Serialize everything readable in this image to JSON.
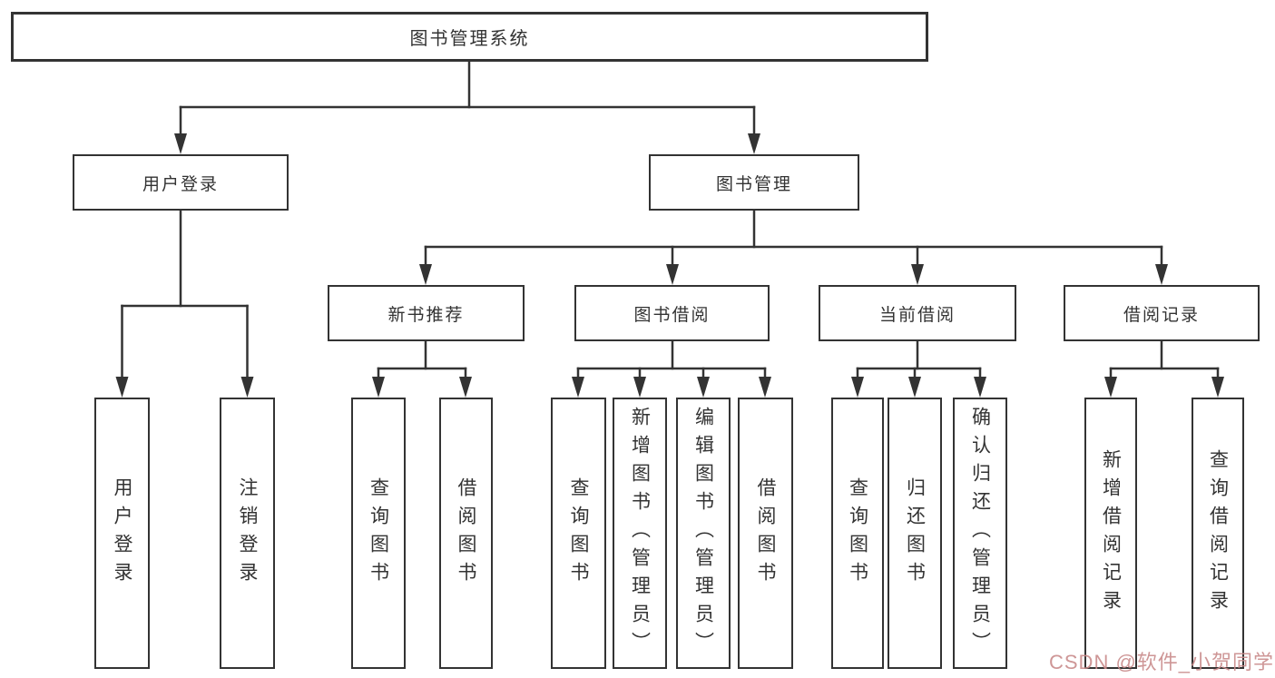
{
  "diagram": {
    "title": "图书管理系统",
    "level2": {
      "user_login": "用户登录",
      "book_mgmt": "图书管理"
    },
    "level3": {
      "new_books": "新书推荐",
      "book_borrow": "图书借阅",
      "current_borrow": "当前借阅",
      "borrow_records": "借阅记录"
    },
    "leaves": {
      "user_login": "用户登录",
      "logout": "注销登录",
      "nb_query": "查询图书",
      "nb_borrow": "借阅图书",
      "bb_query": "查询图书",
      "bb_add": "新增图书（管理员）",
      "bb_edit": "编辑图书（管理员）",
      "bb_borrow": "借阅图书",
      "cb_query": "查询图书",
      "cb_return": "归还图书",
      "cb_confirm": "确认归还（管理员）",
      "br_add": "新增借阅记录",
      "br_query": "查询借阅记录"
    }
  },
  "watermark": "CSDN @软件_小贺同学",
  "colors": {
    "line": "#333333",
    "text": "#333333",
    "background": "#ffffff",
    "watermark": "#c98b8b"
  }
}
